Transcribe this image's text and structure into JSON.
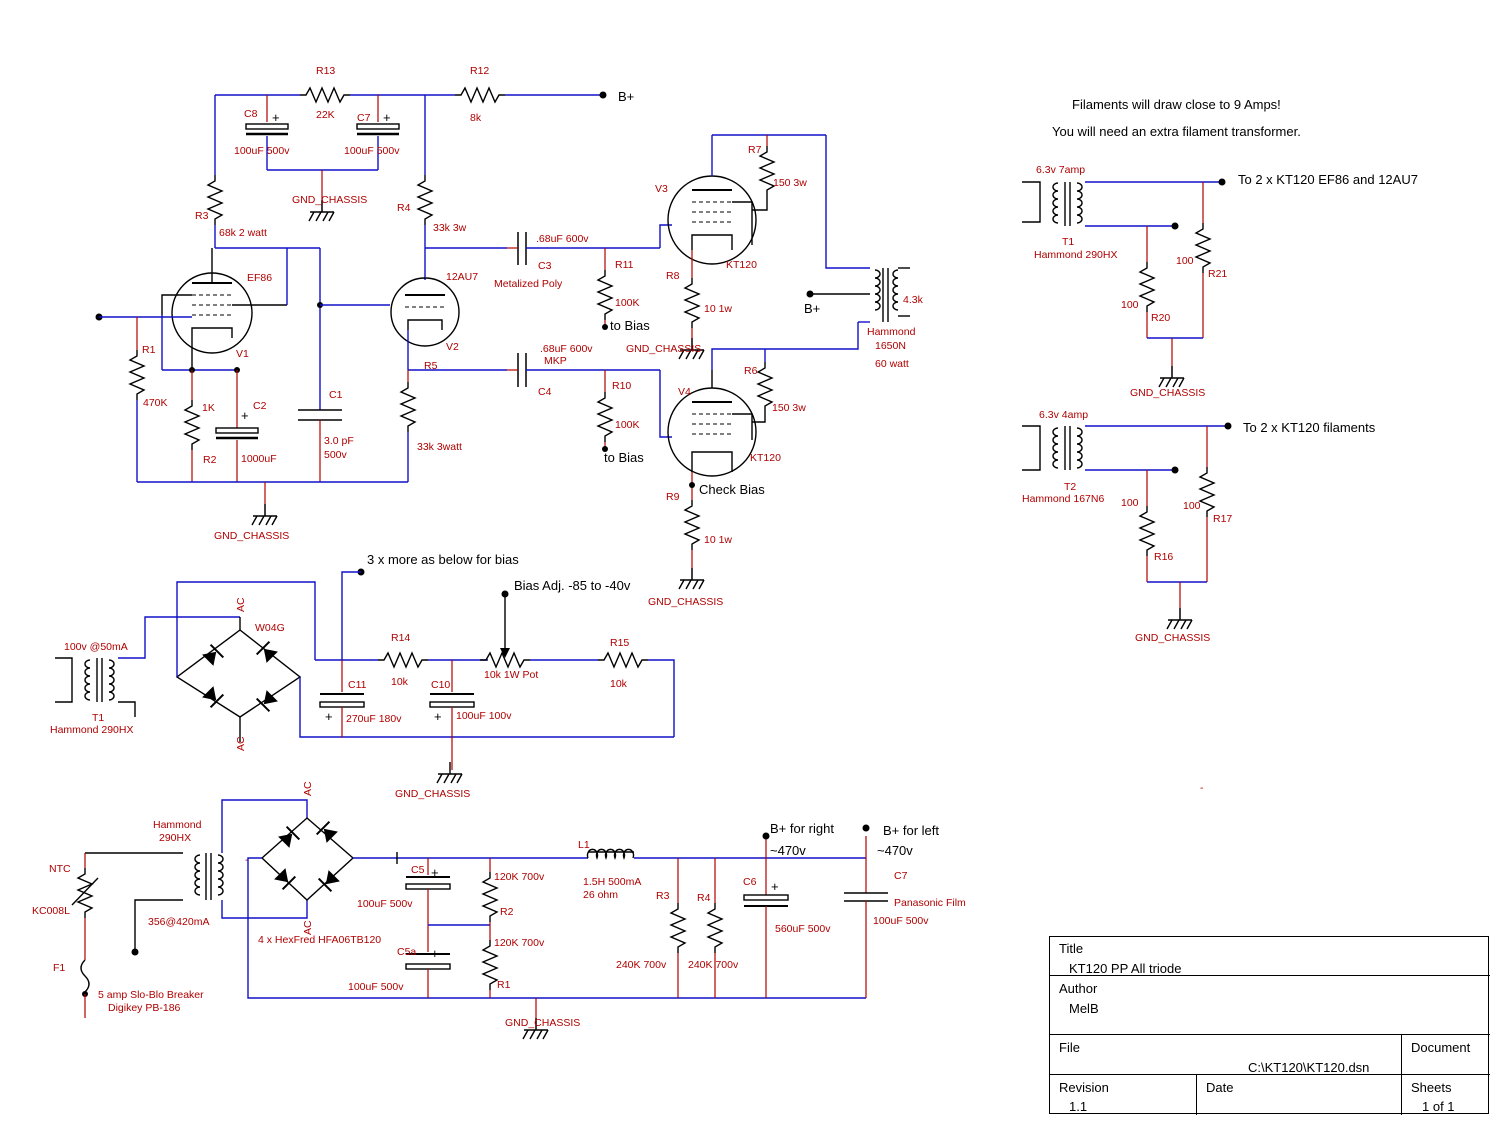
{
  "notes": {
    "filament_1": "Filaments will draw close to 9 Amps!",
    "filament_2": "You will need an extra filament transformer.",
    "to_kt120_ef86": "To 2 x KT120 EF86 and 12AU7",
    "to_kt120_fil": "To 2 x KT120 filaments",
    "bias_more": "3 x more as below for bias",
    "bias_adj": "Bias Adj. -85 to -40v",
    "to_bias_1": "to Bias",
    "to_bias_2": "to Bias",
    "check_bias": "Check Bias",
    "bplus": "B+",
    "bplus_ot": "B+",
    "bplus_right": "B+ for right",
    "bplus_left": "B+ for left",
    "v470_right": "~470v",
    "v470_left": "~470v"
  },
  "amp": {
    "r13": "R13",
    "r13v": "22K",
    "r12": "R12",
    "r12v": "8k",
    "c8": "C8",
    "c8v": "100uF 500v",
    "c7": "C7",
    "c7v": "100uF 500v",
    "gnd1": "GND_CHASSIS",
    "r3": "R3",
    "r3v": "68k 2 watt",
    "r4": "R4",
    "r4v": "33k 3w",
    "ef86": "EF86",
    "v1": "V1",
    "au7": "12AU7",
    "v2": "V2",
    "r1": "R1",
    "r1v": "470K",
    "r2": "R2",
    "r2v": "1K",
    "c2": "C2",
    "c2v": "1000uF",
    "c1": "C1",
    "c1v": "3.0 pF",
    "c1v2": "500v",
    "r5": "R5",
    "r5v": "33k 3watt",
    "gnd2": "GND_CHASSIS",
    "c3": "C3",
    "c3v": ".68uF 600v",
    "c3t": "Metalized Poly",
    "c4": "C4",
    "c4v": ".68uF 600v",
    "c4t": "MKP",
    "r11": "R11",
    "r11v": "100K",
    "r10": "R10",
    "r10v": "100K",
    "v3": "V3",
    "v3t": "KT120",
    "v4": "V4",
    "v4t": "KT120",
    "r7": "R7",
    "r7v": "150 3w",
    "r6": "R6",
    "r6v": "150  3w",
    "r8": "R8",
    "r8v": "10 1w",
    "r9": "R9",
    "r9v": "10 1w",
    "gnd3": "GND_CHASSIS",
    "gnd4": "GND_CHASSIS",
    "ot": "Hammond",
    "ot2": "1650N",
    "ot3": "60 watt",
    "ot4": "4.3k"
  },
  "fil": {
    "t1a": "6.3v 7amp",
    "t1": "T1",
    "t1v": "Hammond 290HX",
    "r21": "R21",
    "r21v": "100",
    "r20": "R20",
    "r20v": "100",
    "gnd5": "GND_CHASSIS",
    "t2a": "6.3v 4amp",
    "t2": "T2",
    "t2v": "Hammond 167N6",
    "r17": "R17",
    "r17v": "100",
    "r16": "R16",
    "r16v": "100",
    "gnd6": "GND_CHASSIS"
  },
  "bias": {
    "t1a": "100v @50mA",
    "t1": "T1",
    "t1v": "Hammond 290HX",
    "w04g": "W04G",
    "ac1": "AC",
    "ac2": "AC",
    "r14": "R14",
    "r14v": "10k",
    "r15": "R15",
    "r15v": "10k",
    "pot": "10k 1W Pot",
    "c11": "C11",
    "c11v": "270uF 180v",
    "c10": "C10",
    "c10v": "100uF 100v",
    "gnd7": "GND_CHASSIS"
  },
  "psu": {
    "ptx": "Hammond",
    "ptx2": "290HX",
    "ptx3": "356@420mA",
    "ntc": "NTC",
    "ntcv": "KC008L",
    "f1": "F1",
    "f1v": "5 amp Slo-Blo Breaker",
    "f1v2": "Digikey PB-186",
    "ac1": "AC",
    "ac2": "AC",
    "diodes": "4 x HexFred HFA06TB120",
    "c5": "C5",
    "c5v": "100uF 500v",
    "c5a": "C5a",
    "c5av": "100uF 500v",
    "r2": "R2",
    "r2v": "120K 700v",
    "r1": "R1",
    "r1v": "120K 700v",
    "l1": "L1",
    "l1v": "1.5H 500mA",
    "l1v2": "26 ohm",
    "r3": "R3",
    "r3v": "240K 700v",
    "r4": "R4",
    "r4v": "240K 700v",
    "c6": "C6",
    "c6v": "560uF 500v",
    "c7": "C7",
    "c7t": "Panasonic Film",
    "c7v": "100uF 500v",
    "gnd8": "GND_CHASSIS"
  },
  "stray": "-",
  "titleblock": {
    "title_label": "Title",
    "title": "KT120 PP All triode",
    "author_label": "Author",
    "author": "MelB",
    "file_label": "File",
    "file": "C:\\KT120\\KT120.dsn",
    "doc_label": "Document",
    "rev_label": "Revision",
    "rev": "1.1",
    "date_label": "Date",
    "sheets_label": "Sheets",
    "sheets": "1 of 1"
  },
  "colors": {
    "wire": "#1010c8",
    "component": "#b00000",
    "ink": "#000000"
  }
}
